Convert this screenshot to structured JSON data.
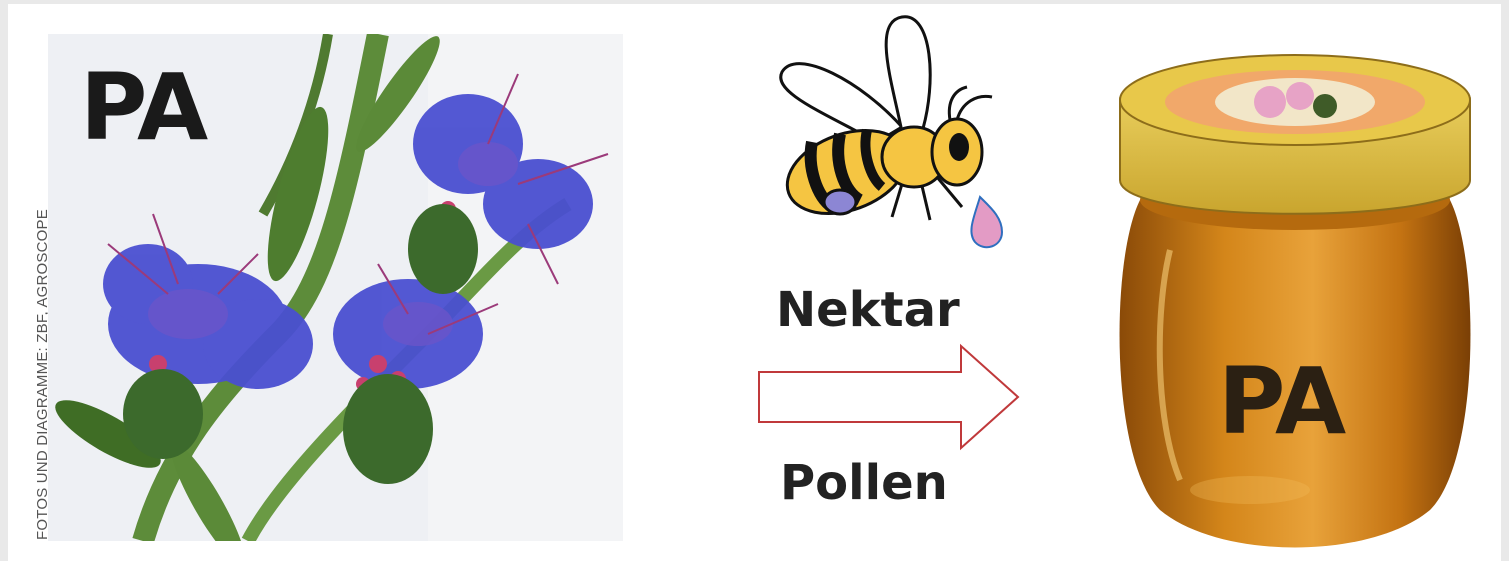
{
  "credit": "FOTOS UND DIAGRAMME: ZBF, AGROSCOPE",
  "flower_label": "PA",
  "jar_label": "PA",
  "transfer": {
    "top_label": "Nektar",
    "bottom_label": "Pollen"
  },
  "colors": {
    "flower_blue": "#4a4fd1",
    "honey": "#c97a10",
    "lid": "#e3c548",
    "arrow_outline": "#c0393b",
    "bee_yellow": "#f5c542",
    "nectar_drop": "#e39bc5"
  },
  "icons": [
    "bee-illustration",
    "nectar-drop-icon",
    "right-arrow-icon",
    "honey-jar-icon",
    "flower-photo"
  ]
}
